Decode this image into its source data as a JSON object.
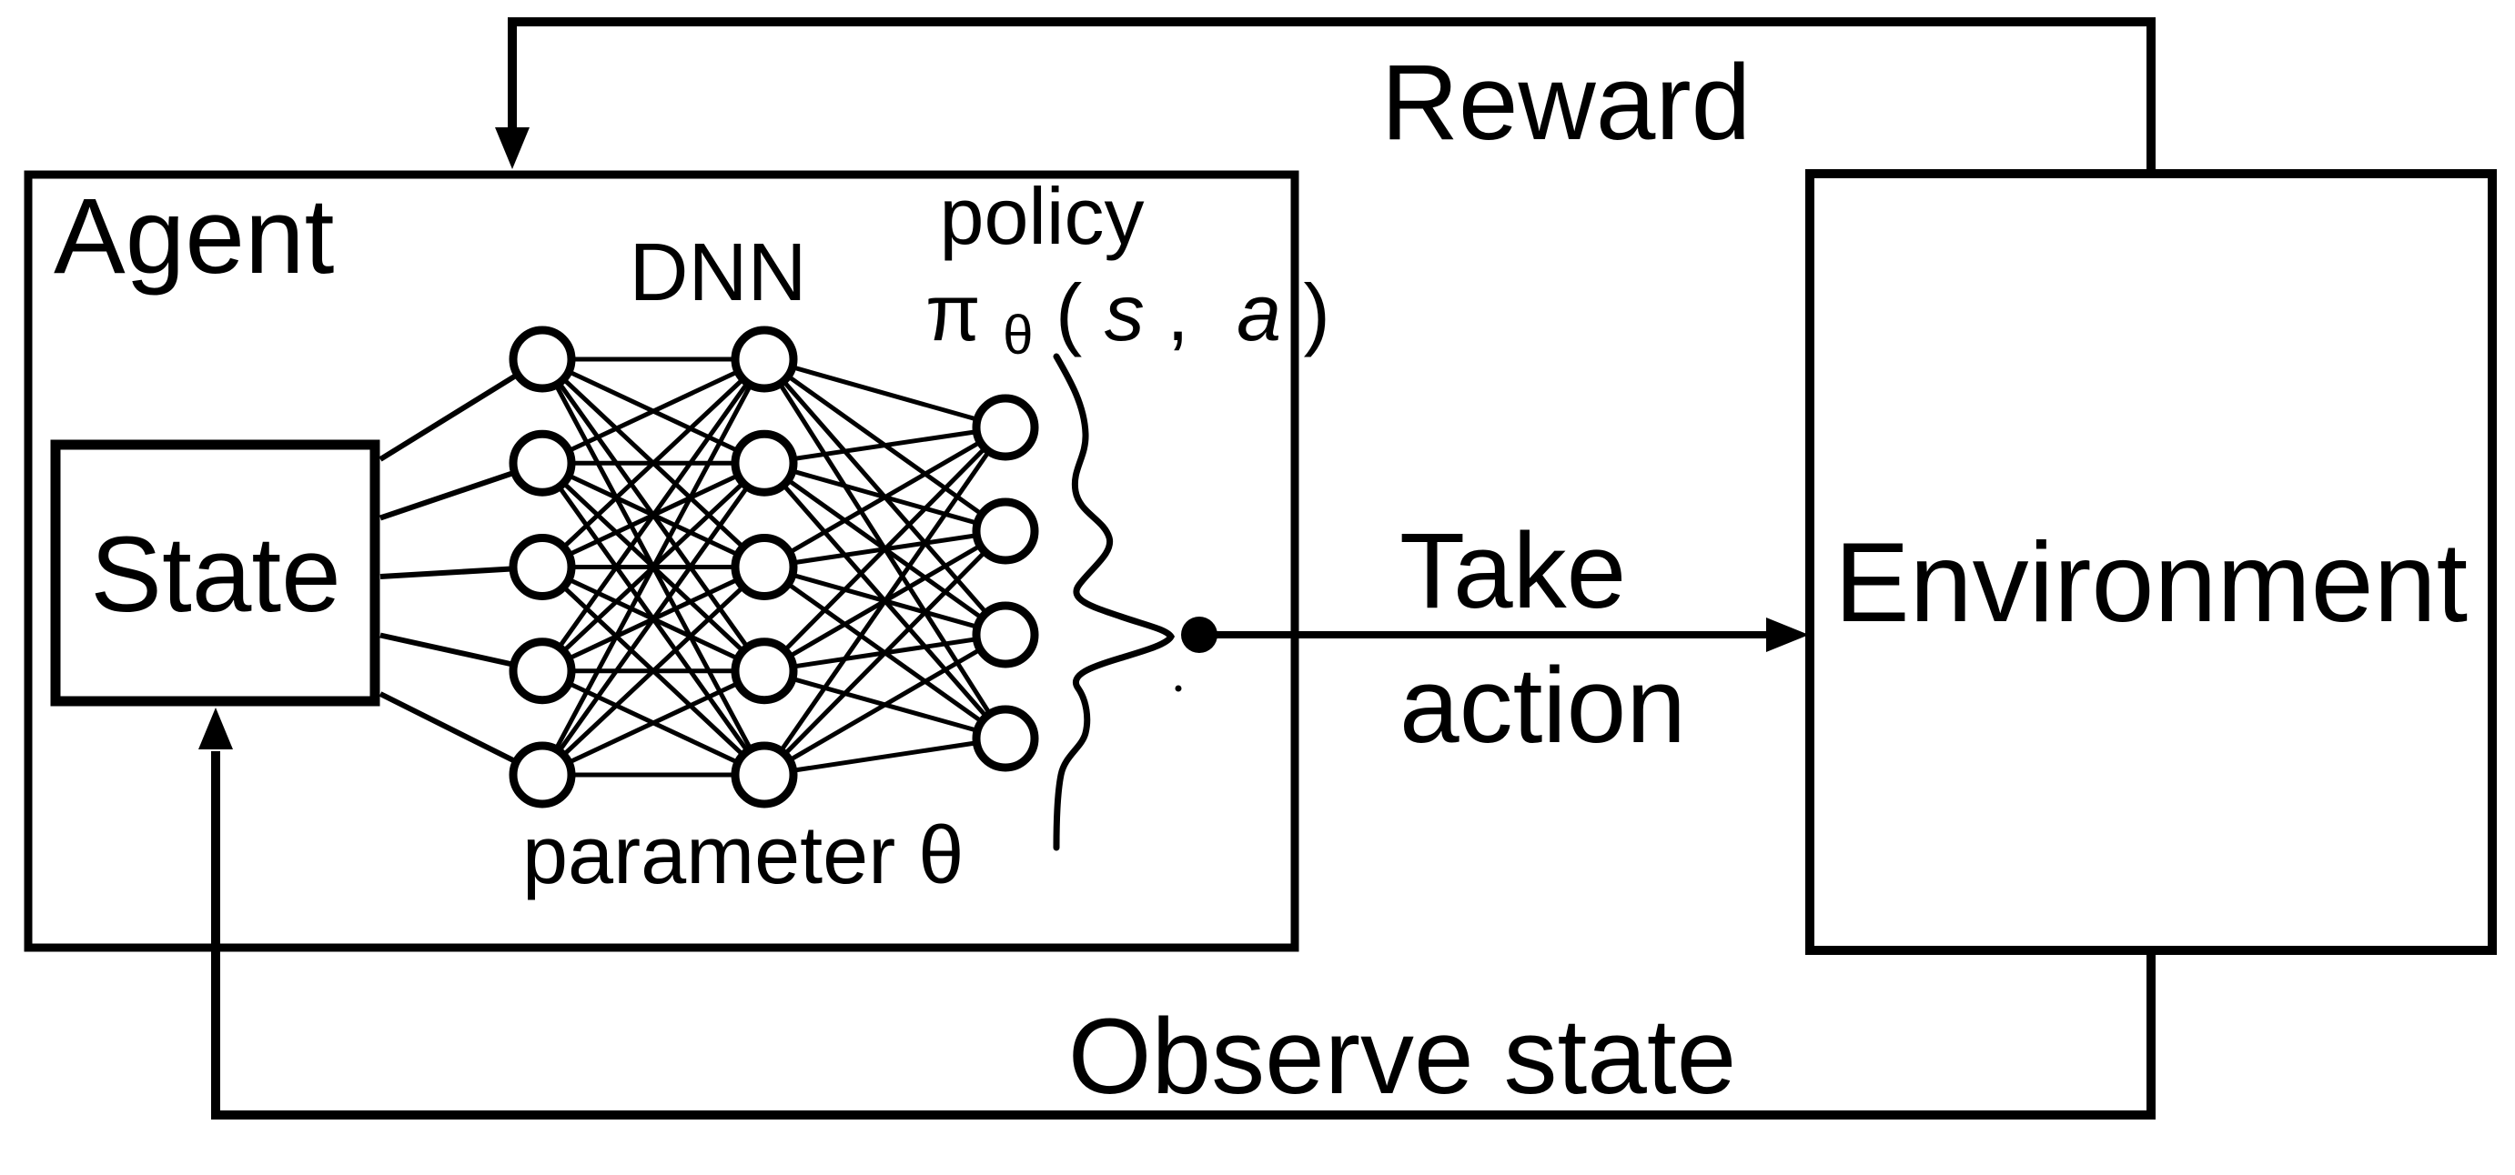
{
  "labels": {
    "agent": "Agent",
    "state": "State",
    "environment": "Environment",
    "dnn": "DNN",
    "policy": "policy",
    "parameter": "parameter θ",
    "reward": "Reward",
    "take": "Take",
    "action": "action",
    "observe_state": "Observe state",
    "policy_formula": {
      "pi": "π",
      "theta": "θ",
      "open": "(",
      "s": "s",
      "comma": ",",
      "a": "a",
      "close": ")"
    }
  },
  "network": {
    "input_nodes": 5,
    "hidden_nodes": 5,
    "output_nodes": 4
  },
  "colors": {
    "ink": "#000000",
    "background": "#ffffff"
  }
}
